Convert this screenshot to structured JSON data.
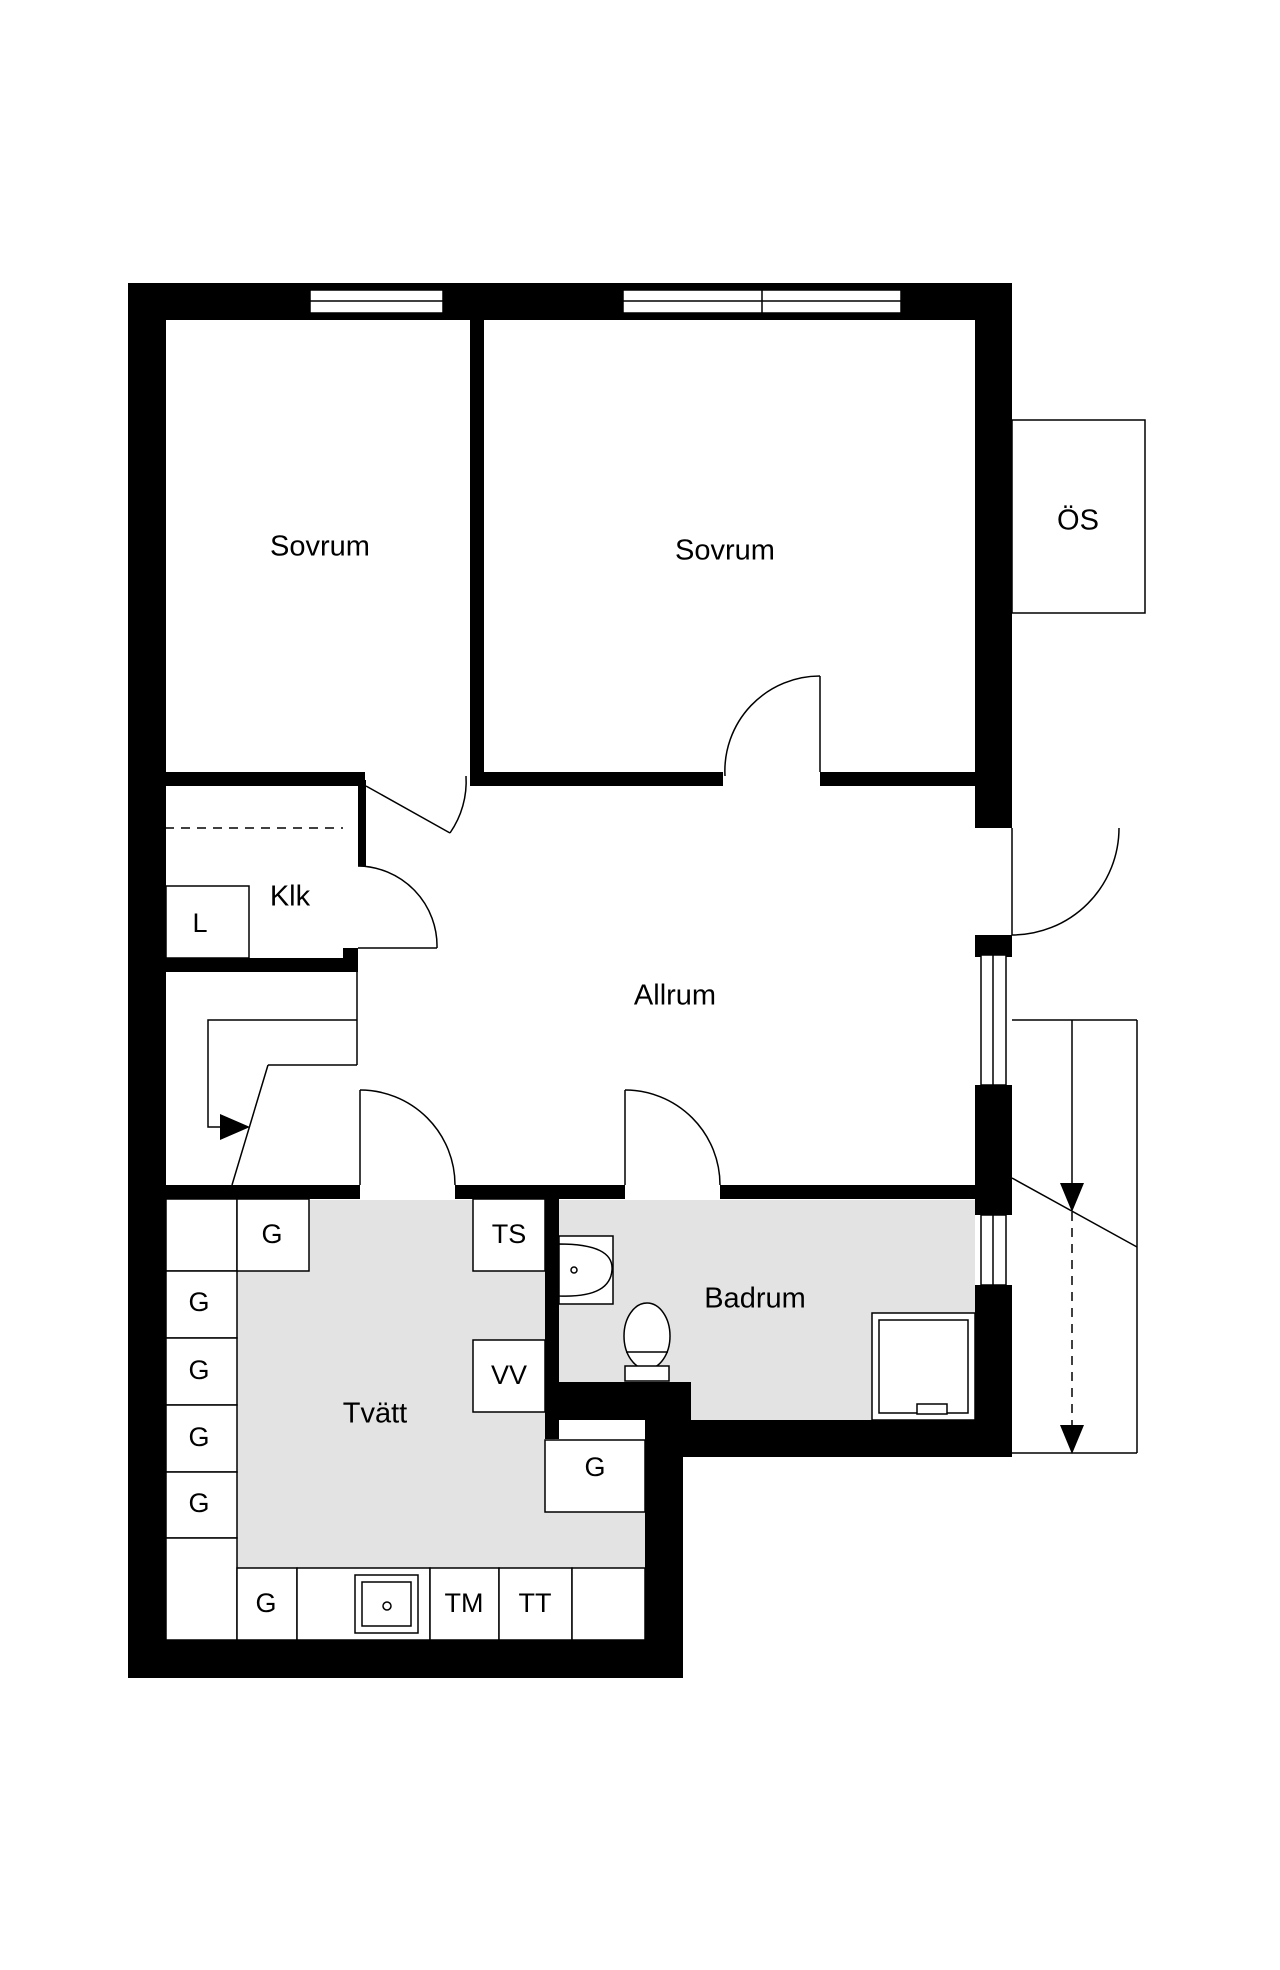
{
  "rooms": {
    "bedroom_1": "Sovrum",
    "bedroom_2": "Sovrum",
    "storage_os": "ÖS",
    "closet": "Klk",
    "living_room": "Allrum",
    "bathroom": "Badrum",
    "laundry": "Tvätt"
  },
  "fixtures": {
    "linen_cupboard": "L",
    "wardrobe": "G",
    "drying_cabinet": "TS",
    "water_heater": "VV",
    "washing_machine": "TM",
    "tumble_dryer": "TT"
  },
  "colors": {
    "wall": "#000000",
    "wet_room_floor": "#e3e3e3",
    "background": "#ffffff"
  }
}
